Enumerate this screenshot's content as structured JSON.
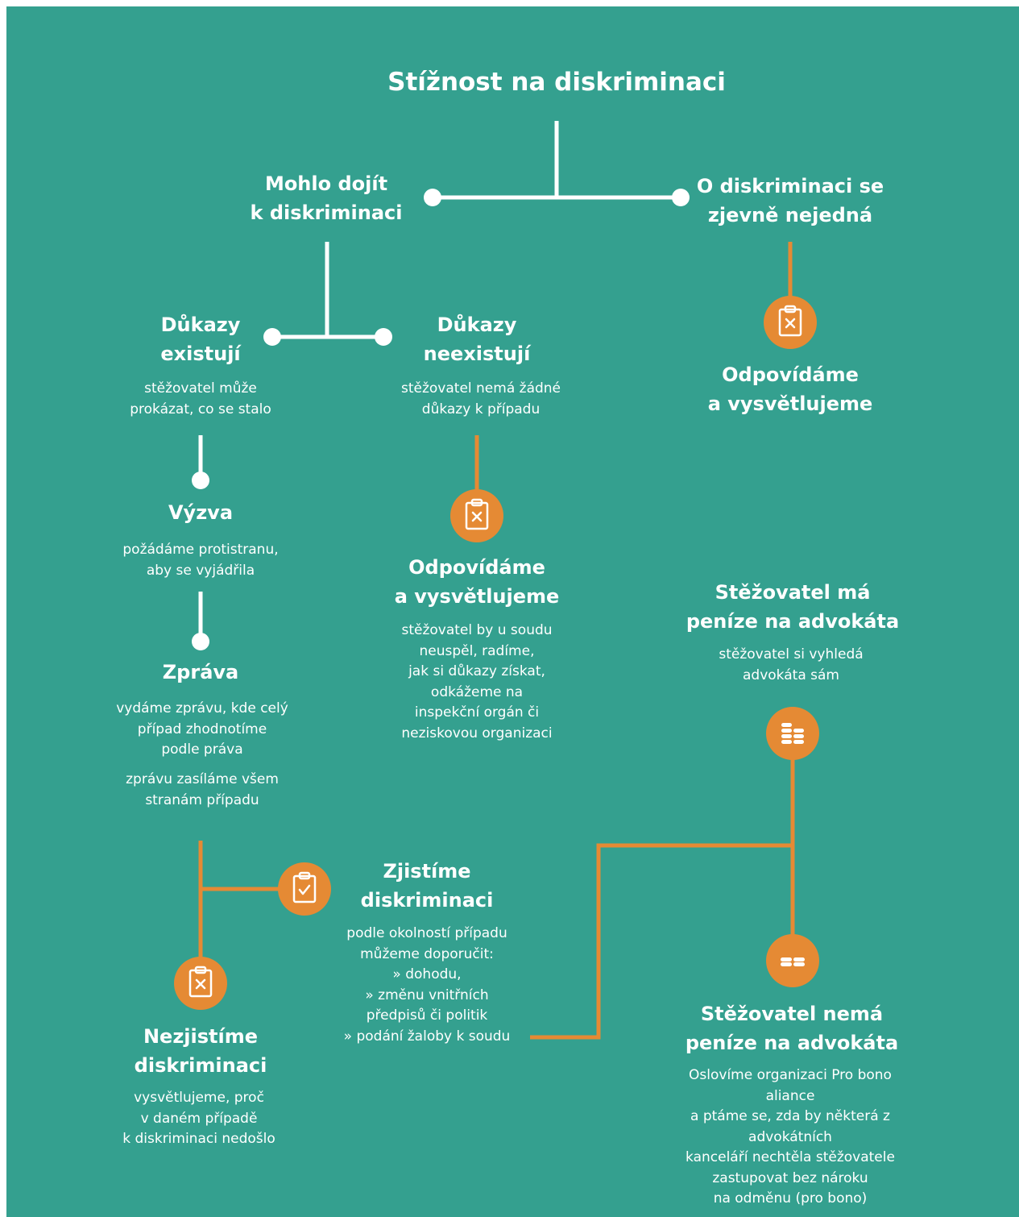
{
  "colors": {
    "background": "#34a08f",
    "accent": "#e58a34",
    "text": "#ffffff",
    "page": "#ffffff"
  },
  "title": "Stížnost na diskriminaci",
  "branches": {
    "possible": "Mohlo dojít\nk diskriminaci",
    "not_discrimination": "O diskriminaci se\nzjevně nejedná"
  },
  "evidence_exists": {
    "title": "Důkazy\nexistují",
    "text": "stěžovatel může\nprokázat, co se stalo"
  },
  "evidence_missing": {
    "title": "Důkazy\nneexistují",
    "text": "stěžovatel nemá žádné\ndůkazy k případu"
  },
  "respond_right": {
    "icon": "clipboard-x-icon",
    "title": "Odpovídáme\na vysvětlujeme"
  },
  "respond_center": {
    "icon": "clipboard-x-icon",
    "title": "Odpovídáme\na vysvětlujeme",
    "text": "stěžovatel by u soudu\nneuspěl, radíme,\njak si důkazy získat,\nodkážeme na\ninspekční orgán či\nneziskovou organizaci"
  },
  "challenge": {
    "title": "Výzva",
    "text": "požádáme protistranu,\naby se vyjádřila"
  },
  "report": {
    "title": "Zpráva",
    "text1": "vydáme zprávu, kde celý\npřípad zhodnotíme\npodle práva",
    "text2": "zprávu zasíláme všem\nstranám případu"
  },
  "found": {
    "icon": "clipboard-check-icon",
    "title": "Zjistíme\ndiskriminaci",
    "text": "podle okolností případu\nmůžeme doporučit:\n» dohodu,\n» změnu vnitřních\npředpisů či politik\n» podání žaloby k soudu"
  },
  "not_found": {
    "icon": "clipboard-x-icon",
    "title": "Nezjistíme\ndiskriminaci",
    "text": "vysvětlujeme, proč\nv daném případě\nk diskriminaci nedošlo"
  },
  "has_money": {
    "icon": "coins-stack-icon",
    "title": "Stěžovatel má\npeníze na advokáta",
    "text": "stěžovatel si vyhledá\nadvokáta sám"
  },
  "no_money": {
    "icon": "coins-icon",
    "title": "Stěžovatel nemá\npeníze na advokáta",
    "text": "Oslovíme organizaci Pro bono aliance\na ptáme se, zda by některá z advokátních\nkanceláří nechtěla stěžovatele\nzastupovat bez nároku\nna odměnu (pro bono)"
  }
}
